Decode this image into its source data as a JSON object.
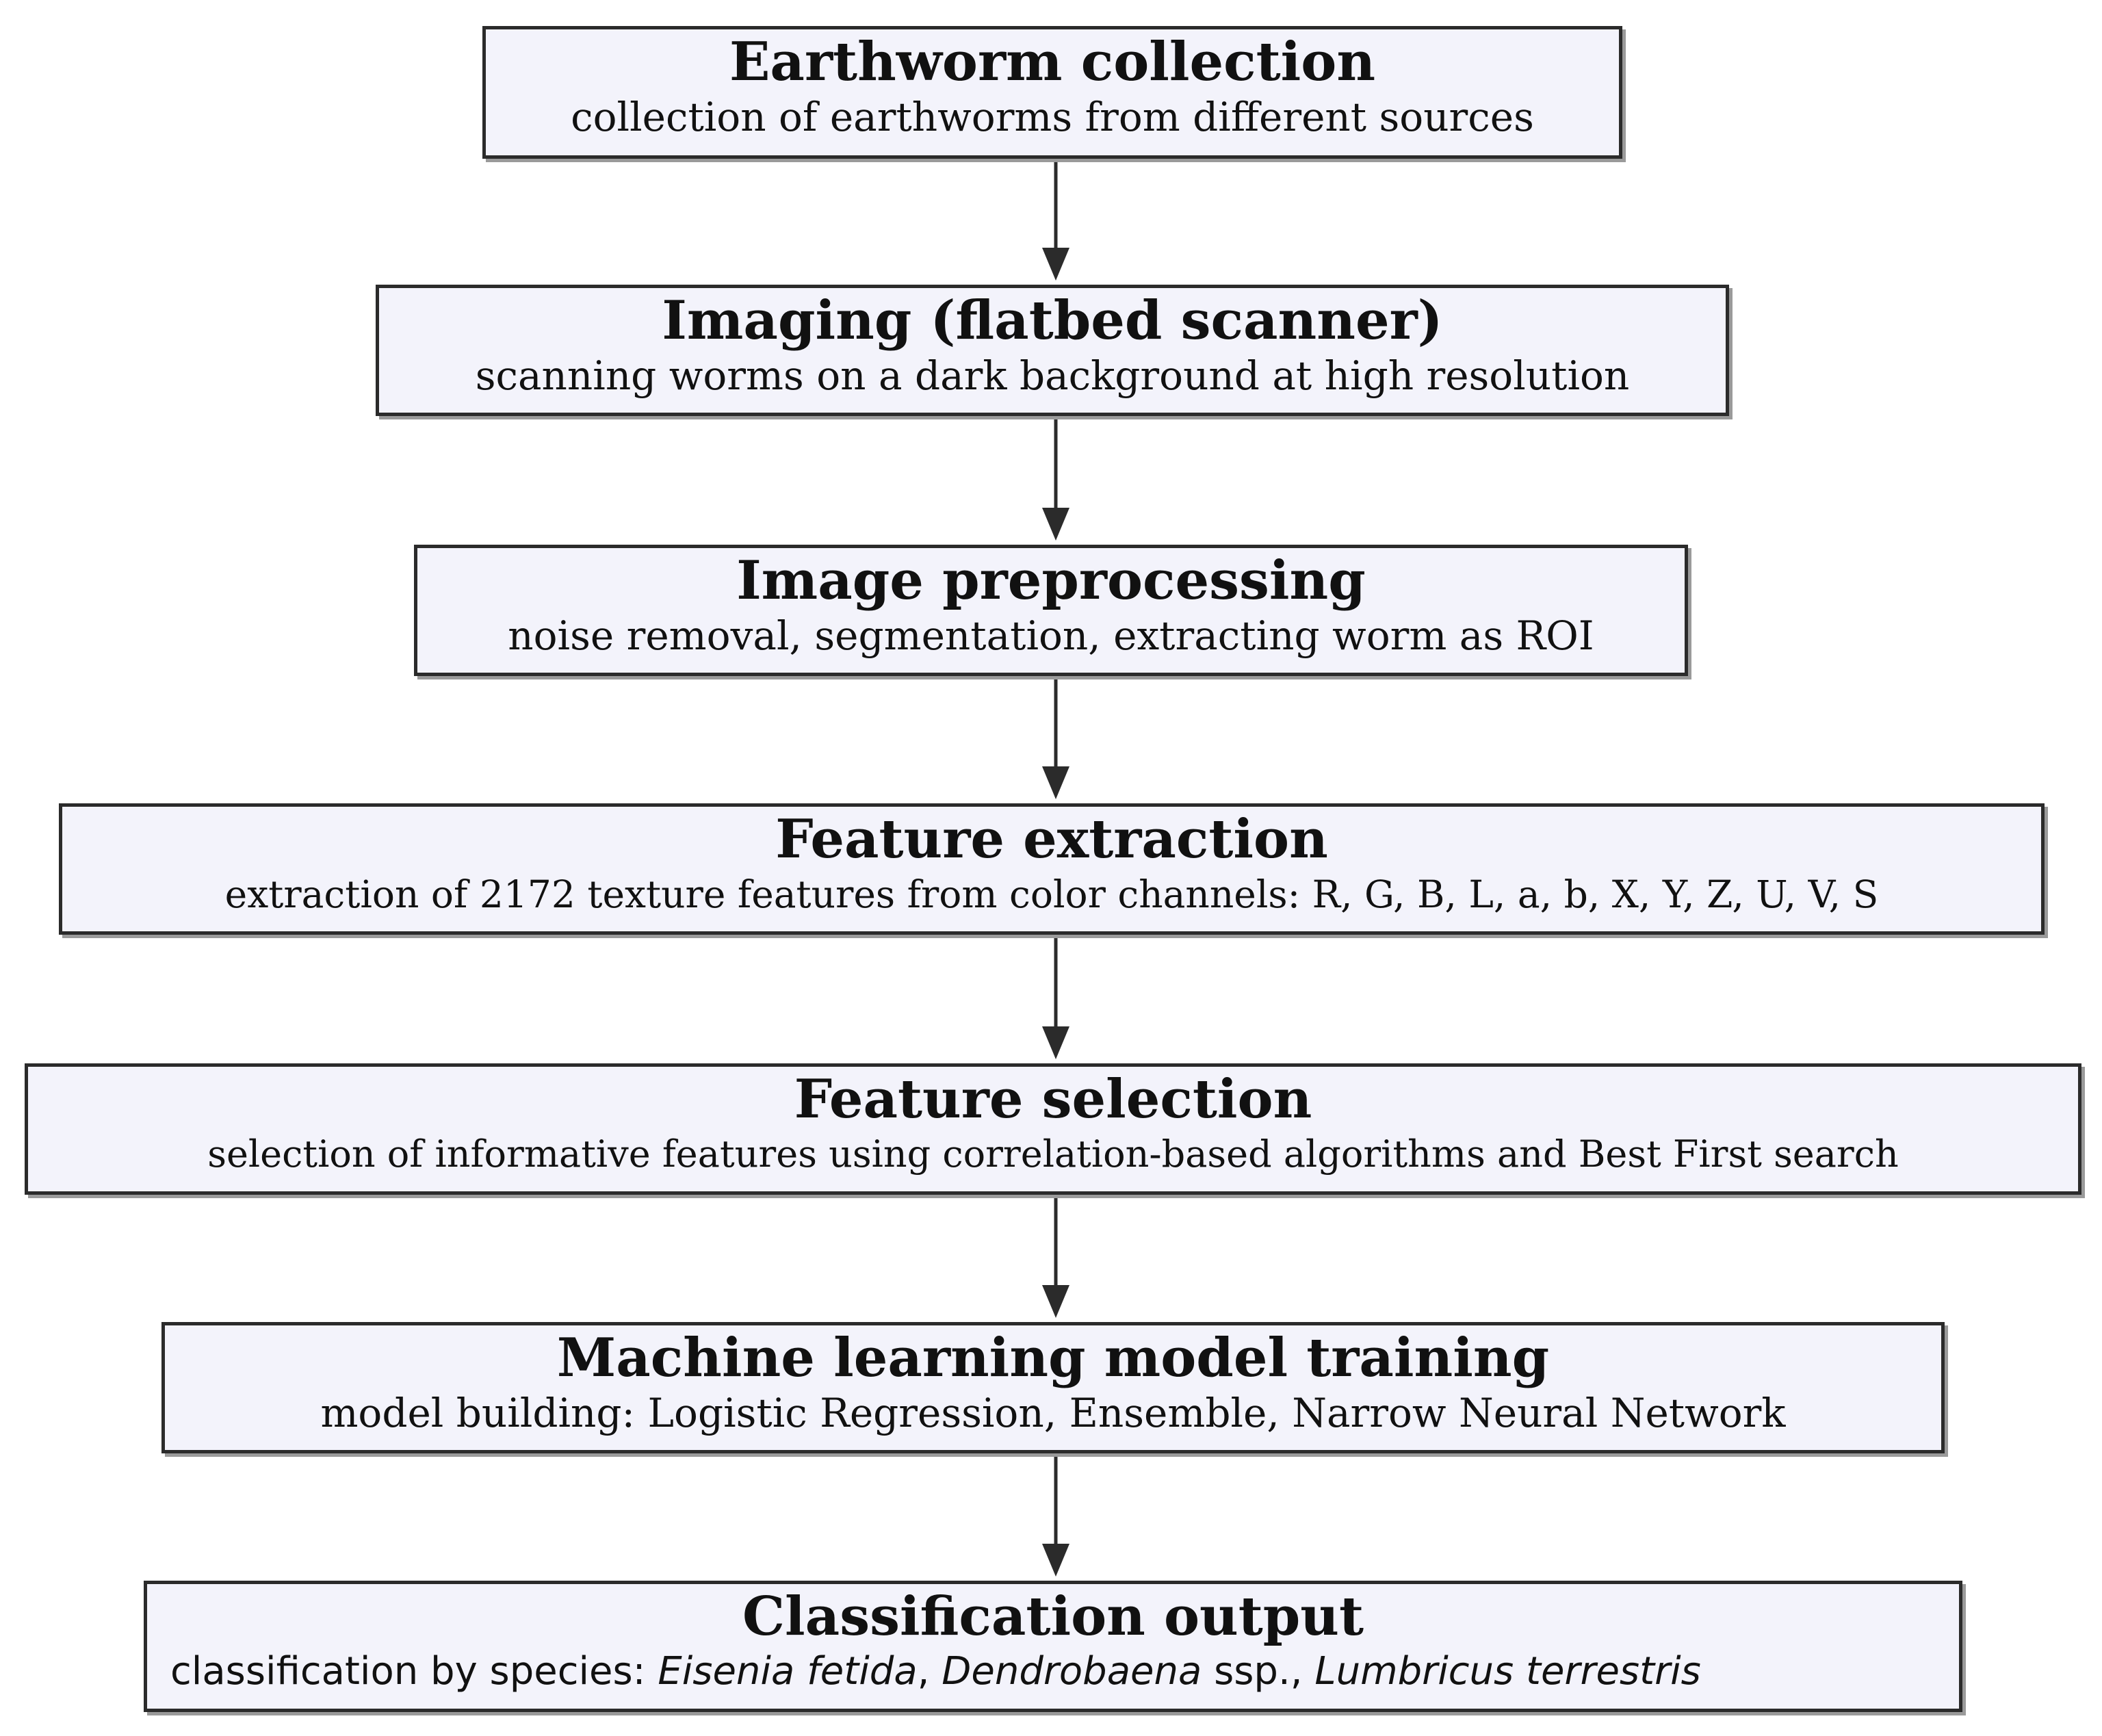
{
  "steps": [
    {
      "title": "Earthworm collection",
      "description": "collection of earthworms from different sources"
    },
    {
      "title": "Imaging (flatbed scanner)",
      "description": "scanning worms on a dark background at high resolution"
    },
    {
      "title": "Image preprocessing",
      "description": "noise removal, segmentation, extracting worm as ROI"
    },
    {
      "title": "Feature extraction",
      "description": "extraction of 2172 texture features from color channels: R, G, B, L, a, b, X, Y, Z, U, V, S"
    },
    {
      "title": "Feature selection",
      "description": "selection of informative features using correlation-based algorithms and Best First search"
    },
    {
      "title": "Machine learning model training",
      "description": "model building: Logistic Regression, Ensemble, Narrow Neural Network"
    },
    {
      "title": "Classification output",
      "description_prefix": "classification by species: ",
      "species": [
        "Eisenia fetida",
        "Dendrobaena",
        "Lumbricus terrestris"
      ],
      "species_suffix": " ssp.",
      "separator": ", "
    }
  ]
}
